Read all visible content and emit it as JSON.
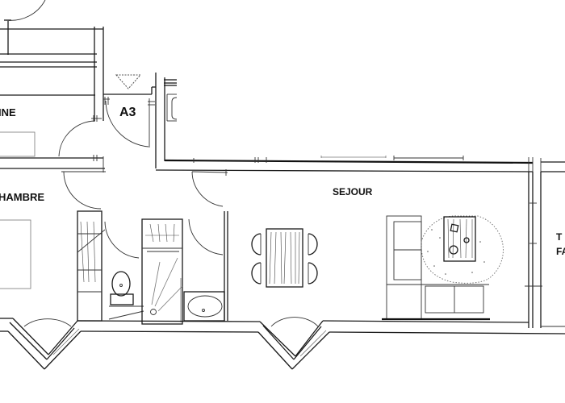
{
  "plan": {
    "type": "architectural floor plan sketch",
    "rooms": {
      "kitchen": {
        "label": "INE"
      },
      "unit": {
        "label": "A3"
      },
      "bedroom": {
        "label": "HAMBRE"
      },
      "living": {
        "label": "SEJOUR"
      },
      "terrace_line1": {
        "label": "T"
      },
      "terrace_line2": {
        "label": "FA"
      }
    },
    "symbols": {
      "entry_marker": "triangle-down-icon",
      "door_swing": "arc-door-icon",
      "bay_window": "angled-bay-window-icon",
      "toilet": "toilet-icon",
      "shower": "shower-icon",
      "bathtub": "bathtub-icon",
      "dining_table": "table-with-chairs-icon",
      "round_rug": "round-rug-icon",
      "bookshelf": "bookshelf-icon"
    },
    "colors": {
      "ink": "#111111",
      "paper": "#ffffff"
    }
  }
}
